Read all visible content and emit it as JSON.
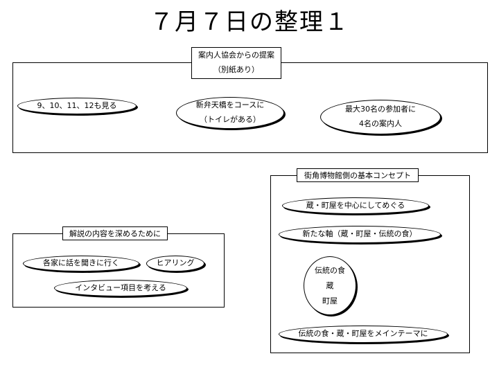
{
  "title": "７月７日の整理１",
  "proposal": {
    "label_line1": "案内人協会からの提案",
    "label_line2": "（別紙あり）",
    "items": [
      {
        "line1": "9、10、11、12も見る",
        "line2": ""
      },
      {
        "line1": "新弁天橋をコースに",
        "line2": "（トイレがある）"
      },
      {
        "line1": "最大30名の参加者に",
        "line2": "4名の案内人"
      }
    ]
  },
  "commentary": {
    "label": "解説の内容を深めるために",
    "items": [
      "各家に話を聞きに行く",
      "ヒアリング",
      "インタビュー項目を考える"
    ]
  },
  "museum": {
    "label": "街角博物館側の基本コンセプト",
    "item1": "蔵・町屋を中心にしてめぐる",
    "item2": "新たな軸（蔵・町屋・伝統の食）",
    "circle": [
      "伝統の食",
      "蔵",
      "町屋"
    ],
    "item3": "伝統の食・蔵・町屋をメインテーマに"
  }
}
